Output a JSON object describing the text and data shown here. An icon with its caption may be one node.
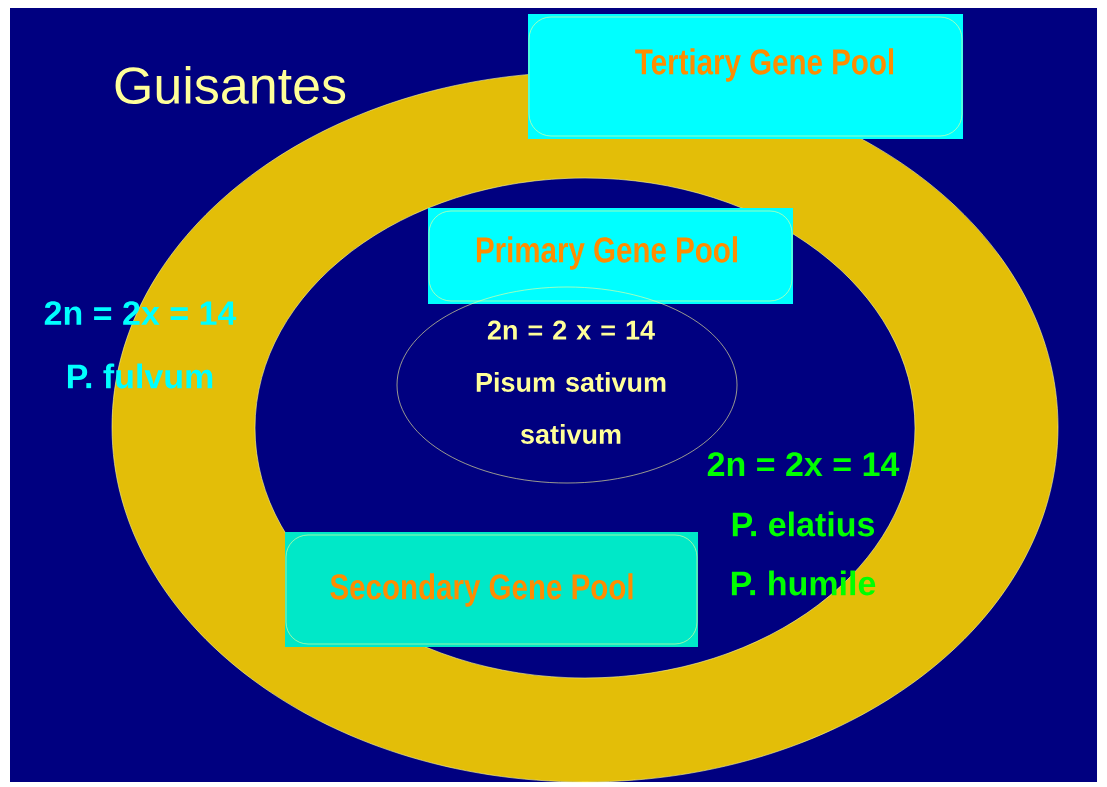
{
  "diagram": {
    "title": "Guisantes",
    "nodes": [
      {
        "text": [
          "Tertiary Gene Pool"
        ]
      },
      {
        "text": [
          "Primary Gene Pool"
        ]
      },
      {
        "text": [
          "Secondary Gene Pool"
        ]
      },
      {
        "text": [
          "2n = 2 x = 14",
          "Pisum sativum sativum"
        ]
      }
    ],
    "labels": [
      "2n = 2x = 14",
      "P. fulvum",
      "2n = 2x = 14",
      "P. elatius",
      "P. humile"
    ]
  }
}
